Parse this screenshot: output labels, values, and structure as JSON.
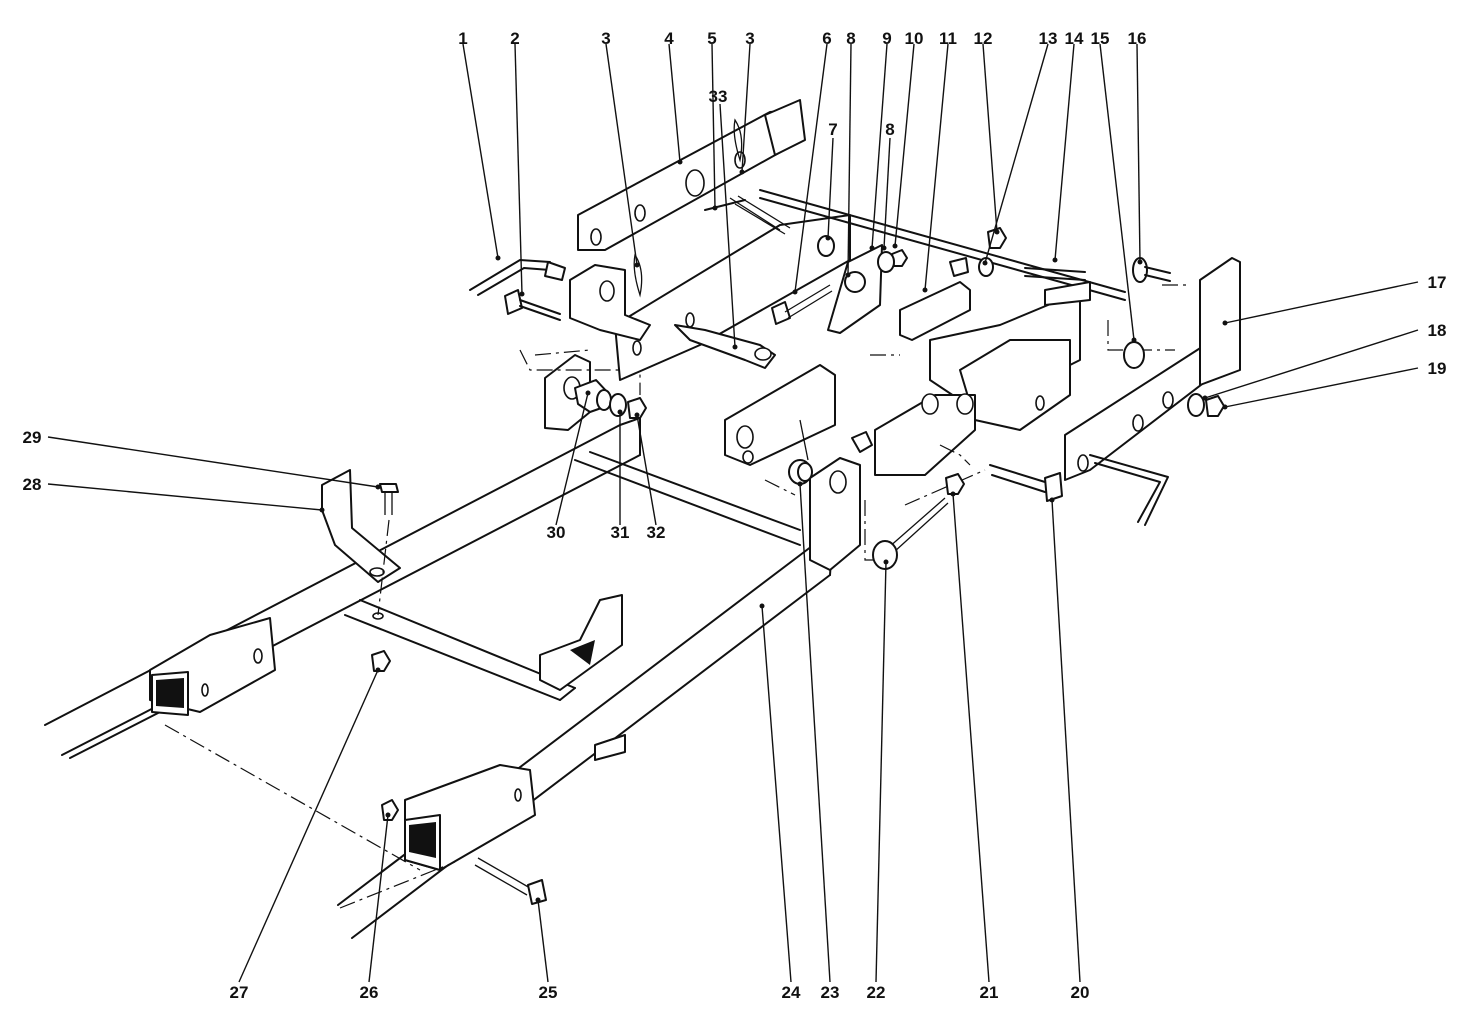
{
  "callouts": [
    {
      "label": "1"
    },
    {
      "label": "2"
    },
    {
      "label": "3"
    },
    {
      "label": "4"
    },
    {
      "label": "5"
    },
    {
      "label": "3"
    },
    {
      "label": "6"
    },
    {
      "label": "7"
    },
    {
      "label": "8"
    },
    {
      "label": "8"
    },
    {
      "label": "9"
    },
    {
      "label": "10"
    },
    {
      "label": "11"
    },
    {
      "label": "12"
    },
    {
      "label": "13"
    },
    {
      "label": "14"
    },
    {
      "label": "15"
    },
    {
      "label": "16"
    },
    {
      "label": "17"
    },
    {
      "label": "18"
    },
    {
      "label": "19"
    },
    {
      "label": "20"
    },
    {
      "label": "21"
    },
    {
      "label": "22"
    },
    {
      "label": "23"
    },
    {
      "label": "24"
    },
    {
      "label": "25"
    },
    {
      "label": "26"
    },
    {
      "label": "27"
    },
    {
      "label": "28"
    },
    {
      "label": "29"
    },
    {
      "label": "30"
    },
    {
      "label": "31"
    },
    {
      "label": "32"
    },
    {
      "label": "33"
    }
  ]
}
